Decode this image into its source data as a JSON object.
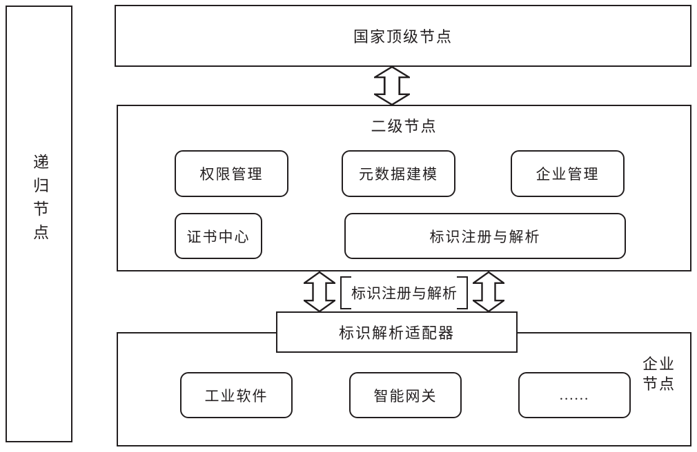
{
  "diagram": {
    "left_panel": {
      "label": "递归节点"
    },
    "top_node": {
      "label": "国家顶级节点"
    },
    "second_level_node": {
      "title": "二级节点",
      "modules": {
        "permission": "权限管理",
        "metadata": "元数据建模",
        "enterprise_mgmt": "企业管理",
        "certificate": "证书中心",
        "id_registration": "标识注册与解析"
      }
    },
    "connection": {
      "label": "标识注册与解析"
    },
    "adapter": {
      "label": "标识解析适配器"
    },
    "enterprise_node": {
      "title": "企业节点",
      "modules": {
        "industrial_software": "工业软件",
        "smart_gateway": "智能网关",
        "more": "......"
      }
    },
    "colors": {
      "line": "#221e1f",
      "background": "#ffffff"
    }
  }
}
